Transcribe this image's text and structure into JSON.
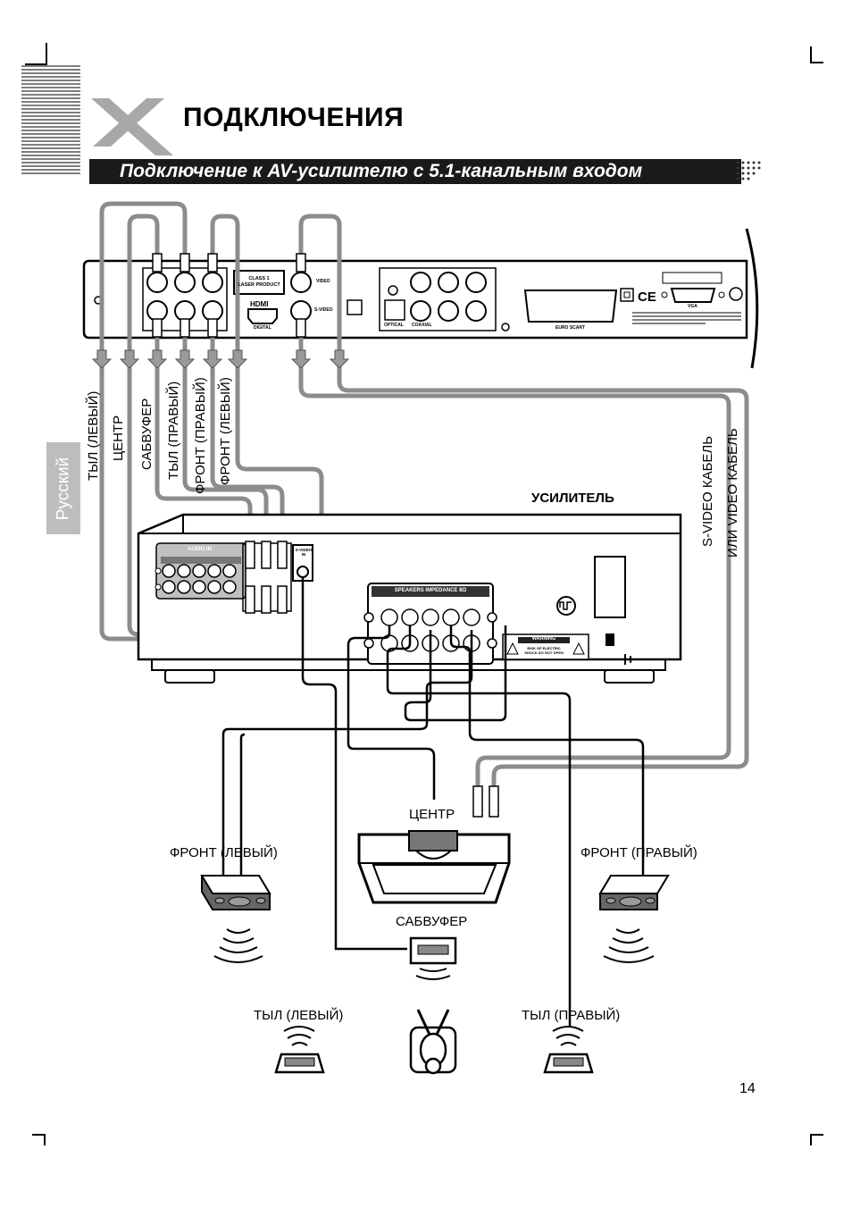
{
  "header": {
    "title": "ПОДКЛЮЧЕНИЯ",
    "subtitle": "Подключение к AV-усилителю с 5.1-канальным входом",
    "side_tab": "Русский",
    "logo_letter": "X"
  },
  "cable_labels": {
    "rear_left": "ТЫЛ (ЛЕВЫЙ)",
    "center": "ЦЕНТР",
    "subwoofer": "САБВУФЕР",
    "rear_right": "ТЫЛ (ПРАВЫЙ)",
    "front_right": "ФРОНТ (ПРАВЫЙ)",
    "front_left": "ФРОНТ (ЛЕВЫЙ)",
    "svideo_cable": "S-VIDEO КАБЕЛЬ",
    "video_cable": "ИЛИ VIDEO КАБЕЛЬ"
  },
  "player_panel": {
    "class1_line1": "CLASS 1",
    "class1_line2": "LASER PRODUCT",
    "hdmi": "HDMI",
    "digital": "DIGITAL",
    "video": "VIDEO",
    "svideo": "S-VIDEO",
    "optical": "OPTICAL",
    "coaxial": "COAXIAL",
    "euroscart": "EURO SCART",
    "vga": "VGA"
  },
  "amplifier": {
    "label": "УСИЛИТЕЛЬ",
    "audio_in": "AUDIO IN",
    "speakers_header": "SPEAKERS IMPEDANCE 8Ω",
    "warning": "WARNING",
    "warning_text": "RISK OF ELECTRIC SHOCK DO NOT OPEN",
    "svideo_in": "S-VIDEO IN"
  },
  "speakers": {
    "center": "ЦЕНТР",
    "front_left": "ФРОНТ (ЛЕВЫЙ)",
    "front_right": "ФРОНТ (ПРАВЫЙ)",
    "subwoofer": "САБВУФЕР",
    "rear_left": "ТЫЛ (ЛЕВЫЙ)",
    "rear_right": "ТЫЛ (ПРАВЫЙ)"
  },
  "page_number": "14",
  "colors": {
    "banner": "#1a1a1a",
    "side_tab": "#bdbdbd",
    "cable_gray": "#8c8c8c",
    "line_black": "#000000"
  }
}
